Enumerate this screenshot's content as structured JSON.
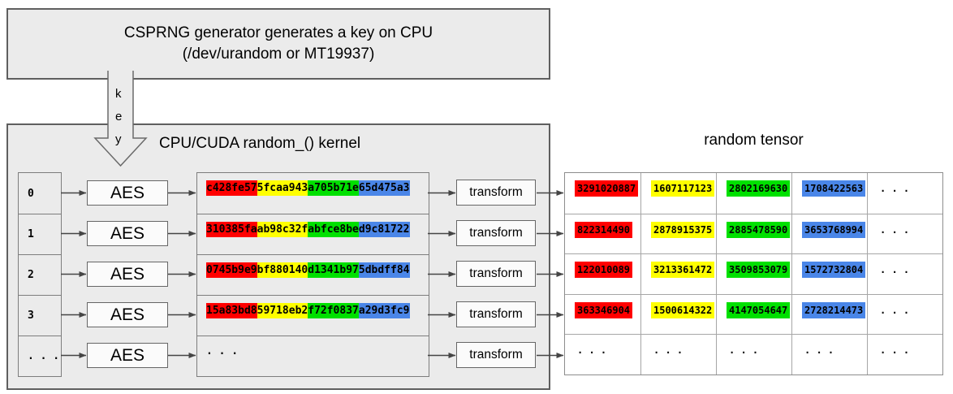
{
  "colors": {
    "red": "#ff0000",
    "yellow": "#ffff00",
    "green": "#00e000",
    "blue": "#4a86e8"
  },
  "csprng_box": {
    "line1": "CSPRNG generator generates a key on CPU",
    "line2": "(/dev/urandom or MT19937)"
  },
  "key_arrow": {
    "letters": [
      "k",
      "e",
      "y"
    ]
  },
  "kernel": {
    "title": "CPU/CUDA random_() kernel",
    "aes_label": "AES",
    "transform_label": "transform",
    "indices": [
      "0",
      "1",
      "2",
      "3",
      ". . ."
    ],
    "hex_rows": [
      {
        "segments": [
          {
            "text": "c428fe57",
            "color": "red"
          },
          {
            "text": "5fcaa943",
            "color": "yellow"
          },
          {
            "text": "a705b71e",
            "color": "green"
          },
          {
            "text": "65d475a3",
            "color": "blue"
          }
        ]
      },
      {
        "segments": [
          {
            "text": "310385fa",
            "color": "red"
          },
          {
            "text": "ab98c32f",
            "color": "yellow"
          },
          {
            "text": "abfce8be",
            "color": "green"
          },
          {
            "text": "d9c81722",
            "color": "blue"
          }
        ]
      },
      {
        "segments": [
          {
            "text": "0745b9e9",
            "color": "red"
          },
          {
            "text": "bf880140",
            "color": "yellow"
          },
          {
            "text": "d1341b97",
            "color": "green"
          },
          {
            "text": "5dbdff84",
            "color": "blue"
          }
        ]
      },
      {
        "segments": [
          {
            "text": "15a83bd8",
            "color": "red"
          },
          {
            "text": "59718eb2",
            "color": "yellow"
          },
          {
            "text": "f72f0837",
            "color": "green"
          },
          {
            "text": "a29d3fc9",
            "color": "blue"
          }
        ]
      },
      {
        "segments": [
          {
            "text": ". . ."
          }
        ]
      }
    ]
  },
  "tensor": {
    "title": "random tensor",
    "rows": [
      {
        "cells": [
          {
            "text": "3291020887",
            "color": "red"
          },
          {
            "text": "1607117123",
            "color": "yellow"
          },
          {
            "text": "2802169630",
            "color": "green"
          },
          {
            "text": "1708422563",
            "color": "blue"
          },
          {
            "text": ". . ."
          }
        ]
      },
      {
        "cells": [
          {
            "text": "822314490",
            "color": "red"
          },
          {
            "text": "2878915375",
            "color": "yellow"
          },
          {
            "text": "2885478590",
            "color": "green"
          },
          {
            "text": "3653768994",
            "color": "blue"
          },
          {
            "text": ". . ."
          }
        ]
      },
      {
        "cells": [
          {
            "text": "122010089",
            "color": "red"
          },
          {
            "text": "3213361472",
            "color": "yellow"
          },
          {
            "text": "3509853079",
            "color": "green"
          },
          {
            "text": "1572732804",
            "color": "blue"
          },
          {
            "text": ". . ."
          }
        ]
      },
      {
        "cells": [
          {
            "text": "363346904",
            "color": "red"
          },
          {
            "text": "1500614322",
            "color": "yellow"
          },
          {
            "text": "4147054647",
            "color": "green"
          },
          {
            "text": "2728214473",
            "color": "blue"
          },
          {
            "text": ". . ."
          }
        ]
      },
      {
        "cells": [
          {
            "text": ". . ."
          },
          {
            "text": ". . ."
          },
          {
            "text": ". . ."
          },
          {
            "text": ". . ."
          },
          {
            "text": ". . ."
          }
        ]
      }
    ]
  }
}
